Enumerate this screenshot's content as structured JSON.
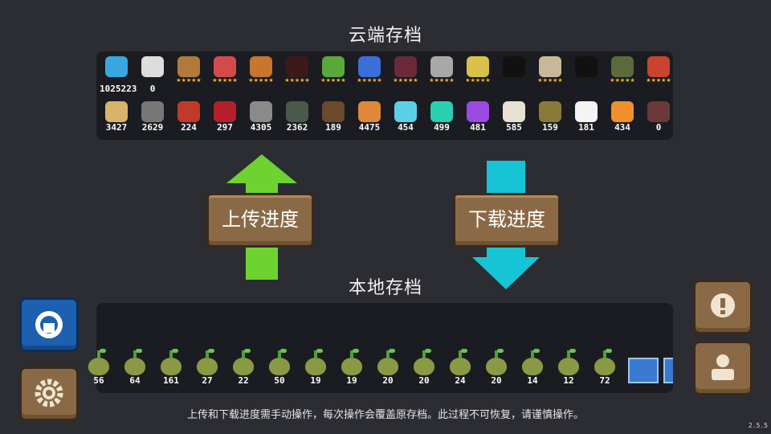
{
  "cloud": {
    "title": "云端存档",
    "row1": [
      {
        "icon": "gems-icon",
        "value": "1025223",
        "stars": ""
      },
      {
        "icon": "fish-token-icon",
        "value": "0",
        "stars": ""
      },
      {
        "icon": "knight-hero-icon",
        "value": "",
        "stars": "★★★★★"
      },
      {
        "icon": "rogue-hero-icon",
        "value": "",
        "stars": "★★★★★"
      },
      {
        "icon": "wizard-hero-icon",
        "value": "",
        "stars": "★★★★★"
      },
      {
        "icon": "assassin-hero-icon",
        "value": "",
        "stars": "★★★★★"
      },
      {
        "icon": "engineer-hero-icon",
        "value": "",
        "stars": "★★★★★"
      },
      {
        "icon": "robot-hero-icon",
        "value": "",
        "stars": "★★★★★"
      },
      {
        "icon": "vampire-hero-icon",
        "value": "",
        "stars": "★★★★★"
      },
      {
        "icon": "paladin-hero-icon",
        "value": "",
        "stars": "★★★★★"
      },
      {
        "icon": "elf-hero-icon",
        "value": "",
        "stars": "★★★★★"
      },
      {
        "icon": "locked-hero-icon",
        "value": "",
        "stars": ""
      },
      {
        "icon": "priest-hero-icon",
        "value": "",
        "stars": "★★★★★"
      },
      {
        "icon": "locked-hero-icon",
        "value": "",
        "stars": ""
      },
      {
        "icon": "druid-hero-icon",
        "value": "",
        "stars": "★★★★★"
      },
      {
        "icon": "berserker-hero-icon",
        "value": "",
        "stars": "★★★★★"
      }
    ],
    "row2": [
      {
        "icon": "wood-plank-icon",
        "value": "3427"
      },
      {
        "icon": "gear-part-icon",
        "value": "2629"
      },
      {
        "icon": "battery-icon",
        "value": "224"
      },
      {
        "icon": "red-leaf-icon",
        "value": "297"
      },
      {
        "icon": "stone-ore-icon",
        "value": "4305"
      },
      {
        "icon": "circuit-board-icon",
        "value": "2362"
      },
      {
        "icon": "boot-icon",
        "value": "189"
      },
      {
        "icon": "orange-ore-icon",
        "value": "4475"
      },
      {
        "icon": "blue-crystal-icon",
        "value": "454"
      },
      {
        "icon": "teal-crystal-icon",
        "value": "499"
      },
      {
        "icon": "purple-crystal-icon",
        "value": "481"
      },
      {
        "icon": "cotton-bag-icon",
        "value": "585"
      },
      {
        "icon": "seed-pod-icon",
        "value": "159"
      },
      {
        "icon": "feather-icon",
        "value": "181"
      },
      {
        "icon": "fire-crystal-icon",
        "value": "434"
      },
      {
        "icon": "pole-item-icon",
        "value": "0"
      }
    ]
  },
  "local": {
    "title": "本地存档",
    "seeds": [
      {
        "value": "56"
      },
      {
        "value": "64"
      },
      {
        "value": "161"
      },
      {
        "value": "27"
      },
      {
        "value": "22"
      },
      {
        "value": "50"
      },
      {
        "value": "19"
      },
      {
        "value": "19"
      },
      {
        "value": "20"
      },
      {
        "value": "20"
      },
      {
        "value": "24"
      },
      {
        "value": "20"
      },
      {
        "value": "14"
      },
      {
        "value": "12"
      },
      {
        "value": "72"
      }
    ]
  },
  "buttons": {
    "upload": "上传进度",
    "download": "下载进度"
  },
  "notice": "上传和下载进度需手动操作，每次操作会覆盖原存档。此过程不可恢复，请谨慎操作。",
  "version": "2.5.5",
  "colors": {
    "upload_arrow": "#6ed230",
    "download_arrow": "#16c4d6",
    "button_wood": "#8a6a46",
    "profile_button": "#1d5fb0"
  }
}
